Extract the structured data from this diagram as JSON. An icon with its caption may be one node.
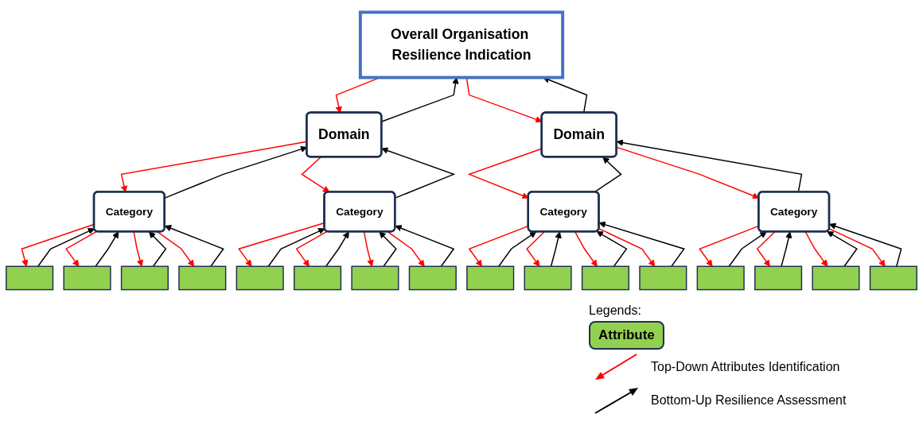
{
  "diagram": {
    "nodes": [
      {
        "text": [
          "Overall Organisation Resilience Indication"
        ]
      },
      {
        "text": [
          "Domain"
        ]
      },
      {
        "text": [
          "Domain"
        ]
      },
      {
        "text": [
          "Category"
        ]
      },
      {
        "text": [
          "Category"
        ]
      },
      {
        "text": [
          "Category"
        ]
      },
      {
        "text": [
          "Category"
        ]
      },
      {
        "text": [],
        "shape": "box"
      },
      {
        "text": [],
        "shape": "box"
      },
      {
        "text": [],
        "shape": "box"
      },
      {
        "text": [],
        "shape": "box"
      },
      {
        "text": [],
        "shape": "box"
      },
      {
        "text": [],
        "shape": "box"
      },
      {
        "text": [],
        "shape": "box"
      },
      {
        "text": [],
        "shape": "box"
      },
      {
        "text": [],
        "shape": "box"
      },
      {
        "text": [],
        "shape": "box"
      },
      {
        "text": [],
        "shape": "box"
      },
      {
        "text": [],
        "shape": "box"
      },
      {
        "text": [],
        "shape": "box"
      },
      {
        "text": [],
        "shape": "box"
      },
      {
        "text": [],
        "shape": "box"
      },
      {
        "text": [],
        "shape": "box"
      }
    ],
    "edges": [
      {
        "from": 0,
        "to": 1,
        "arrow": "to",
        "color": "#ff0000"
      },
      {
        "from": 1,
        "to": 0,
        "arrow": "to",
        "color": "#000000"
      },
      {
        "from": 0,
        "to": 2,
        "arrow": "to",
        "color": "#ff0000"
      },
      {
        "from": 2,
        "to": 0,
        "arrow": "to",
        "color": "#000000"
      },
      {
        "from": 1,
        "to": 3,
        "arrow": "to",
        "color": "#ff0000"
      },
      {
        "from": 3,
        "to": 1,
        "arrow": "to",
        "color": "#000000"
      },
      {
        "from": 1,
        "to": 4,
        "arrow": "to",
        "color": "#ff0000"
      },
      {
        "from": 4,
        "to": 1,
        "arrow": "to",
        "color": "#000000"
      },
      {
        "from": 2,
        "to": 5,
        "arrow": "to",
        "color": "#ff0000"
      },
      {
        "from": 5,
        "to": 2,
        "arrow": "to",
        "color": "#000000"
      },
      {
        "from": 2,
        "to": 6,
        "arrow": "to",
        "color": "#ff0000"
      },
      {
        "from": 6,
        "to": 2,
        "arrow": "to",
        "color": "#000000"
      },
      {
        "from": 3,
        "to": 7,
        "arrow": "to",
        "color": "#ff0000"
      },
      {
        "from": 7,
        "to": 3,
        "arrow": "to",
        "color": "#000000"
      },
      {
        "from": 3,
        "to": 8,
        "arrow": "to",
        "color": "#ff0000"
      },
      {
        "from": 8,
        "to": 3,
        "arrow": "to",
        "color": "#000000"
      },
      {
        "from": 3,
        "to": 9,
        "arrow": "to",
        "color": "#ff0000"
      },
      {
        "from": 9,
        "to": 3,
        "arrow": "to",
        "color": "#000000"
      },
      {
        "from": 3,
        "to": 10,
        "arrow": "to",
        "color": "#ff0000"
      },
      {
        "from": 10,
        "to": 3,
        "arrow": "to",
        "color": "#000000"
      },
      {
        "from": 4,
        "to": 11,
        "arrow": "to",
        "color": "#ff0000"
      },
      {
        "from": 11,
        "to": 4,
        "arrow": "to",
        "color": "#000000"
      },
      {
        "from": 4,
        "to": 12,
        "arrow": "to",
        "color": "#ff0000"
      },
      {
        "from": 12,
        "to": 4,
        "arrow": "to",
        "color": "#000000"
      },
      {
        "from": 4,
        "to": 13,
        "arrow": "to",
        "color": "#ff0000"
      },
      {
        "from": 13,
        "to": 4,
        "arrow": "to",
        "color": "#000000"
      },
      {
        "from": 4,
        "to": 14,
        "arrow": "to",
        "color": "#ff0000"
      },
      {
        "from": 14,
        "to": 4,
        "arrow": "to",
        "color": "#000000"
      },
      {
        "from": 5,
        "to": 15,
        "arrow": "to",
        "color": "#ff0000"
      },
      {
        "from": 15,
        "to": 5,
        "arrow": "to",
        "color": "#000000"
      },
      {
        "from": 5,
        "to": 16,
        "arrow": "to",
        "color": "#ff0000"
      },
      {
        "from": 16,
        "to": 5,
        "arrow": "to",
        "color": "#000000"
      },
      {
        "from": 5,
        "to": 17,
        "arrow": "to",
        "color": "#ff0000"
      },
      {
        "from": 17,
        "to": 5,
        "arrow": "to",
        "color": "#000000"
      },
      {
        "from": 5,
        "to": 18,
        "arrow": "to",
        "color": "#ff0000"
      },
      {
        "from": 18,
        "to": 5,
        "arrow": "to",
        "color": "#000000"
      },
      {
        "from": 6,
        "to": 19,
        "arrow": "to",
        "color": "#ff0000"
      },
      {
        "from": 19,
        "to": 6,
        "arrow": "to",
        "color": "#000000"
      },
      {
        "from": 6,
        "to": 20,
        "arrow": "to",
        "color": "#ff0000"
      },
      {
        "from": 20,
        "to": 6,
        "arrow": "to",
        "color": "#000000"
      },
      {
        "from": 6,
        "to": 21,
        "arrow": "to",
        "color": "#ff0000"
      },
      {
        "from": 21,
        "to": 6,
        "arrow": "to",
        "color": "#000000"
      },
      {
        "from": 6,
        "to": 22,
        "arrow": "to",
        "color": "#ff0000"
      },
      {
        "from": 22,
        "to": 6,
        "arrow": "to",
        "color": "#000000"
      }
    ],
    "labels": [
      "Legends:"
    ],
    "legend": [
      {
        "text": "Attribute",
        "color": "#92d050"
      },
      {
        "text": "Top-Down Attributes Identification"
      },
      {
        "text": "Bottom-Up Resilience Assessment"
      }
    ]
  }
}
